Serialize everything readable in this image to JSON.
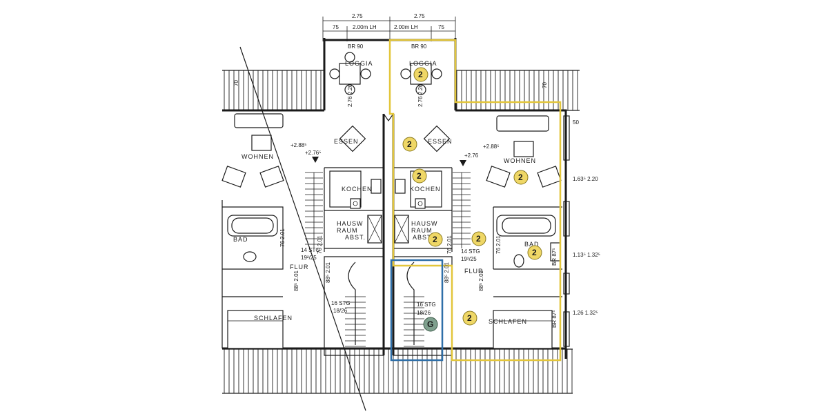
{
  "dimensions": {
    "top_total_left": "2.75",
    "top_total_right": "2.75",
    "top_seg_1": "75",
    "top_seg_2": "2.00m LH",
    "top_seg_3": "2.00m LH",
    "top_seg_4": "75",
    "br90_left": "BR 90",
    "br90_right": "BR 90",
    "loggia_height_left": "2.76 2.20",
    "loggia_height_right": "2.76 2.20",
    "side_70_left": "70",
    "side_70_right": "70",
    "right_50": "50",
    "right_163": "1.63⁵ 2.20",
    "right_113": "1.13⁵ 1.32⁵",
    "right_126": "1.26 1.32⁵",
    "level_288_left": "+2.88⁵",
    "level_276_left": "+2.76⁵",
    "level_288_right": "+2.88⁵",
    "level_276_right": "+2.76",
    "bad_door_left": "76 2.01",
    "bad_door_right": "76 2.01",
    "hausw_door_left": "76 2.01",
    "hausw_door_right": "76 2.01",
    "flur_door_left": "88⁵ 2.01",
    "flur_door_right": "88⁵ 2.01",
    "flur_side_left": "88⁵ 2.01",
    "flur_side_right": "88⁵ 2.01",
    "br875_upper": "BR 87⁵",
    "br875_lower": "BR 87⁵"
  },
  "rooms": {
    "loggia_left": "LOGGIA",
    "loggia_right": "LOGGIA",
    "essen_left": "ESSEN",
    "essen_right": "ESSEN",
    "wohnen_left": "WOHNEN",
    "wohnen_right": "WOHNEN",
    "kochen_left": "KOCHEN",
    "kochen_right": "KOCHEN",
    "hausw_left": "HAUSW",
    "raum_left": "RAUM",
    "abst_left": "ABST.",
    "hausw_right": "HAUSW",
    "raum_right": "RAUM",
    "abst_right": "ABST.",
    "bad_left": "BAD",
    "bad_right": "BAD",
    "flur_left": "FLUR",
    "flur_right": "FLUR",
    "schlafen_left": "SCHLAFEN",
    "schlafen_right": "SCHLAFEN"
  },
  "stairs": {
    "upper_left_steps": "14 STG",
    "upper_left_ratio": "19²/25",
    "upper_right_steps": "14 STG",
    "upper_right_ratio": "19²/25",
    "lower_left_steps": "16 STG",
    "lower_left_ratio": "18/26",
    "lower_right_steps": "16 STG",
    "lower_right_ratio": "18/26"
  },
  "badges": {
    "loggia": "2",
    "essen": "2",
    "kochen": "2",
    "wohnen": "2",
    "abst": "2",
    "flur_top": "2",
    "bad": "2",
    "schlafen": "2",
    "stair": "G"
  },
  "colors": {
    "unit_outline": "#e3c63a",
    "stair_outline": "#2f6fa8",
    "badge_fill": "#efd766",
    "g_badge_fill": "#7fa08e"
  }
}
